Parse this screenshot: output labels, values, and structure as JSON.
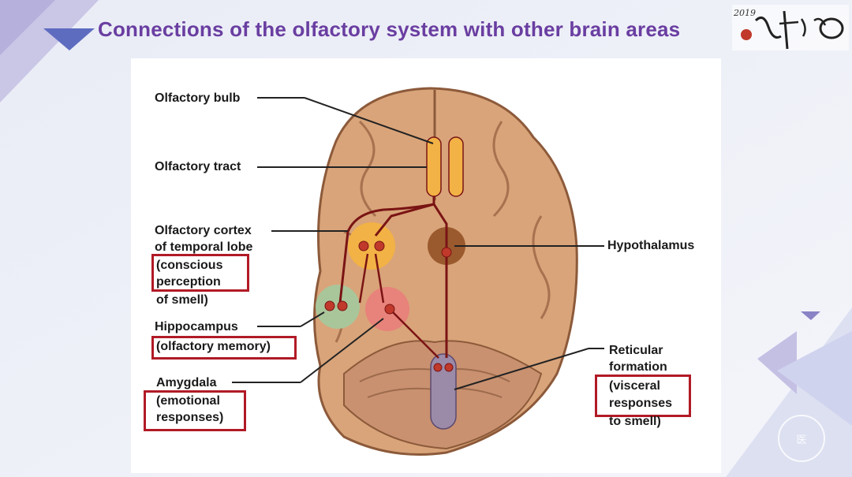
{
  "slide": {
    "title": "Connections of the olfactory system with other brain areas",
    "logo_text": "2019"
  },
  "diagram": {
    "labels": {
      "olfactory_bulb": "Olfactory bulb",
      "olfactory_tract": "Olfactory tract",
      "olfactory_cortex_line1": "Olfactory cortex",
      "olfactory_cortex_line2": "of temporal lobe",
      "olfactory_cortex_note_line1": "(conscious",
      "olfactory_cortex_note_line2": "perception",
      "olfactory_cortex_note_line3": "of smell)",
      "hippocampus": "Hippocampus",
      "hippocampus_note": "(olfactory memory)",
      "amygdala": "Amygdala",
      "amygdala_note_line1": "(emotional",
      "amygdala_note_line2": "responses)",
      "hypothalamus": "Hypothalamus",
      "reticular_line1": "Reticular",
      "reticular_line2": "formation",
      "reticular_note_line1": "(visceral",
      "reticular_note_line2": "responses",
      "reticular_note_line3": "to smell)"
    },
    "colors": {
      "highlight_box": "#b11a26",
      "pathway": "#7a1414",
      "brain": "#d9a47a",
      "cortex_region": "#f2b245",
      "hippocampus_region": "#a9c69a",
      "amygdala_region": "#e7837a",
      "hypothalamus_region": "#9b5a2e",
      "brainstem": "#9b8aa8"
    }
  }
}
